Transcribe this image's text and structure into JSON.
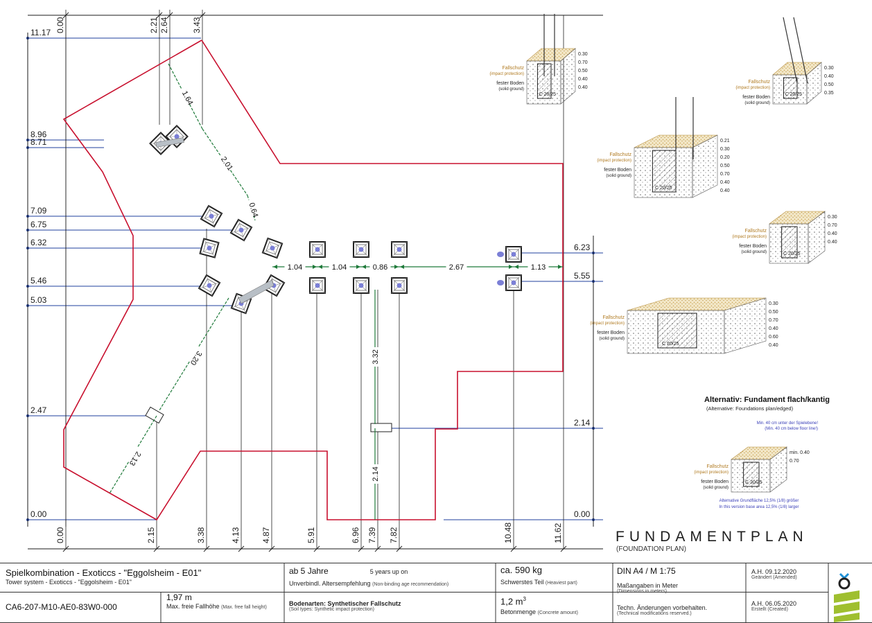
{
  "plan": {
    "top_dims": [
      "0.00",
      "2.21",
      "2.64",
      "3.43"
    ],
    "left_dims": [
      "11.17",
      "8.96",
      "8.71",
      "7.09",
      "6.75",
      "6.32",
      "5.46",
      "5.03",
      "2.47",
      "0.00"
    ],
    "right_dims": [
      "6.23",
      "5.55",
      "2.14",
      "0.00"
    ],
    "bottom_dims": [
      "0.00",
      "2.15",
      "3.38",
      "4.13",
      "4.87",
      "5.91",
      "6.96",
      "7.39",
      "7.82",
      "10.48",
      "11.62"
    ],
    "spacing_dims": [
      "1.04",
      "1.04",
      "0.86",
      "2.67",
      "1.13"
    ],
    "diagonal_dims": [
      "1.64",
      "2.01",
      "0.64",
      "3.20",
      "2.13"
    ],
    "vertical_dims": [
      "3.32",
      "2.14"
    ]
  },
  "details": {
    "labels": {
      "impact": "Fallschutz",
      "impact_en": "(impact protection)",
      "ground": "fester Boden",
      "ground_en": "(solid ground)",
      "concrete": "C 20/25"
    },
    "d1": [
      "0.30",
      "0.70",
      "0.50",
      "0.40",
      "0.40"
    ],
    "d2": [
      "0.30",
      "0.40",
      "0.50",
      "0.35"
    ],
    "d3": [
      "0.21",
      "0.30",
      "0.20",
      "0.50",
      "0.70",
      "0.40",
      "0.40"
    ],
    "d4": [
      "0.30",
      "0.70",
      "0.40",
      "0.40"
    ],
    "d5": [
      "0.30",
      "0.50",
      "0.70",
      "0.40",
      "0.60",
      "0.40"
    ],
    "d6": [
      "min. 0.40",
      "0.70"
    ],
    "alt_title": "Alternativ: Fundament flach/kantig",
    "alt_subtitle": "(Alternative: Foundations plan/edged)",
    "alt_note1": "Min. 40 cm unter der Spielebene!",
    "alt_note2": "(Min. 40 cm below floor line!)",
    "alt_note3": "Alternative Grundfläche 12,5% (1/8) größer",
    "alt_note4": "In this version base area 12,5% (1/8) larger"
  },
  "title": {
    "main": "FUNDAMENTPLAN",
    "sub": "(FOUNDATION PLAN)"
  },
  "title_block": {
    "product": "Spielkombination - Exoticcs - \"Eggolsheim - E01\"",
    "product_en": "Tower system - Exoticcs - \"Eggolsheim - E01\"",
    "code": "CA6-207-M10-AE0-83W0-000",
    "fall_height_value": "1,97 m",
    "fall_height_label": "Max. freie Fallhöhe",
    "fall_height_label_en": "(Max. free fall height)",
    "age_de": "ab 5 Jahre",
    "age_en": "5 years up on",
    "age_note": "Unverbindl. Altersempfehlung",
    "age_note_en": "(Non-binding age recommendation)",
    "soil_label": "Bodenarten: Synthetischer Fallschutz",
    "soil_label_en": "(Soil types: Synthetic impact protection)",
    "weight_value": "ca. 590 kg",
    "weight_label": "Schwerstes Teil",
    "weight_label_en": "(Heaviest part)",
    "concrete_value": "1,2 m",
    "concrete_sup": "3",
    "concrete_label": "Betonmenge",
    "concrete_label_en": "(Concrete amount)",
    "format": "DIN A4 / M 1:75",
    "units": "Maßangaben in Meter",
    "units_en": "(Dimensions in meters)",
    "changes": "Techn. Änderungen vorbehalten.",
    "changes_en": "(Technical modifications reserved.)",
    "amended_by": "A.H. 09.12.2020",
    "amended_label": "Geändert (Amended)",
    "created_by": "A.H. 06.05.2020",
    "created_label": "Erstellt (Created)"
  },
  "colors": {
    "boundary": "#c8102e",
    "dim_line": "#1f3f9c",
    "spacing": "#1f7a3a",
    "foundation": "#222222",
    "post": "#7b7fd6"
  }
}
